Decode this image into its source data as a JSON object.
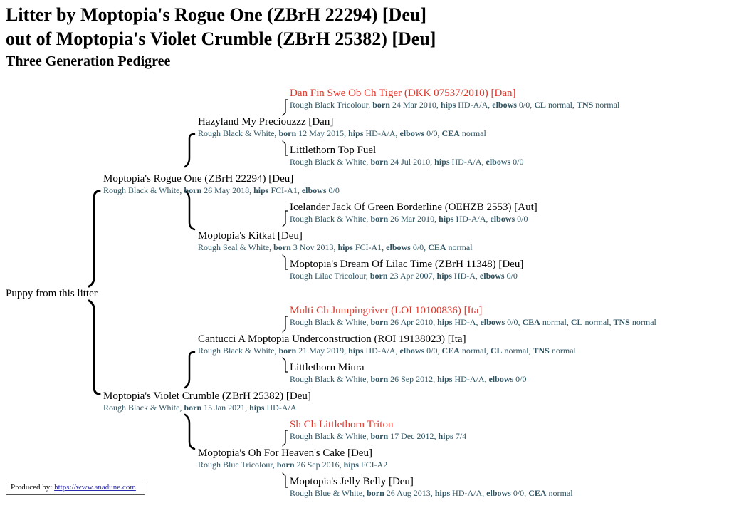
{
  "title_line1": "Litter by Moptopia's Rogue One (ZBrH 22294) [Deu]",
  "title_line2": "out of Moptopia's Violet Crumble (ZBrH 25382) [Deu]",
  "subtitle": "Three Generation Pedigree",
  "puppy_label": "Puppy from this litter",
  "colors": {
    "highlight": "#e0362a",
    "info": "#2f5563",
    "link": "#2a2ab0"
  },
  "dogs": {
    "sire": {
      "name": "Moptopia's Rogue One (ZBrH 22294) [Deu]",
      "info": "Rough Black & White, <b>born</b> 26 May 2018, <b>hips</b> FCI-A1, <b>elbows</b> 0/0"
    },
    "sire_sire": {
      "name": "Hazyland My Preciouzzz [Dan]",
      "info": "Rough Black & White, <b>born</b> 12 May 2015, <b>hips</b> HD-A/A, <b>elbows</b> 0/0, <b>CEA</b> normal"
    },
    "sire_sire_sire": {
      "name": "Dan Fin Swe Ob Ch Tiger (DKK 07537/2010) [Dan]",
      "info": "Rough Black Tricolour, <b>born</b> 24 Mar 2010, <b>hips</b> HD-A/A, <b>elbows</b> 0/0, <b>CL</b> normal, <b>TNS</b> normal"
    },
    "sire_sire_dam": {
      "name": "Littlethorn Top Fuel",
      "info": "Rough Black & White, <b>born</b> 24 Jul 2010, <b>hips</b> HD-A/A, <b>elbows</b> 0/0"
    },
    "sire_dam": {
      "name": "Moptopia's Kitkat [Deu]",
      "info": "Rough Seal & White, <b>born</b> 3 Nov 2013, <b>hips</b> FCI-A1, <b>elbows</b> 0/0, <b>CEA</b> normal"
    },
    "sire_dam_sire": {
      "name": "Icelander Jack Of Green Borderline (OEHZB 2553) [Aut]",
      "info": "Rough Black & White, <b>born</b> 26 Mar 2010, <b>hips</b> HD-A/A, <b>elbows</b> 0/0"
    },
    "sire_dam_dam": {
      "name": "Moptopia's Dream Of Lilac Time (ZBrH 11348) [Deu]",
      "info": "Rough Lilac Tricolour, <b>born</b> 23 Apr 2007, <b>hips</b> HD-A, <b>elbows</b> 0/0"
    },
    "dam": {
      "name": "Moptopia's Violet Crumble (ZBrH 25382) [Deu]",
      "info": "Rough Black & White, <b>born</b> 15 Jan 2021, <b>hips</b> HD-A/A"
    },
    "dam_sire": {
      "name": "Cantucci A Moptopia Underconstruction (ROI 19138023) [Ita]",
      "info": "Rough Black & White, <b>born</b> 21 May 2019, <b>hips</b> HD-A/A, <b>elbows</b> 0/0, <b>CEA</b> normal, <b>CL</b> normal, <b>TNS</b> normal"
    },
    "dam_sire_sire": {
      "name": "Multi Ch Jumpingriver (LOI 10100836) [Ita]",
      "info": "Rough Black & White, <b>born</b> 26 Apr 2010, <b>hips</b> HD-A, <b>elbows</b> 0/0, <b>CEA</b> normal, <b>CL</b> normal, <b>TNS</b> normal"
    },
    "dam_sire_dam": {
      "name": "Littlethorn Miura",
      "info": "Rough Black & White, <b>born</b> 26 Sep 2012, <b>hips</b> HD-A/A, <b>elbows</b> 0/0"
    },
    "dam_dam": {
      "name": "Moptopia's Oh For Heaven's Cake [Deu]",
      "info": "Rough Blue Tricolour, <b>born</b> 26 Sep 2016, <b>hips</b> FCI-A2"
    },
    "dam_dam_sire": {
      "name": "Sh Ch Littlethorn Triton",
      "info": "Rough Black & White, <b>born</b> 17 Dec 2012, <b>hips</b> 7/4"
    },
    "dam_dam_dam": {
      "name": "Moptopia's Jelly Belly [Deu]",
      "info": "Rough Blue & White, <b>born</b> 26 Aug 2013, <b>hips</b> HD-A/A, <b>elbows</b> 0/0, <b>CEA</b> normal"
    }
  },
  "footer": {
    "label": "Produced by:",
    "link": "https://www.anadune.com"
  }
}
